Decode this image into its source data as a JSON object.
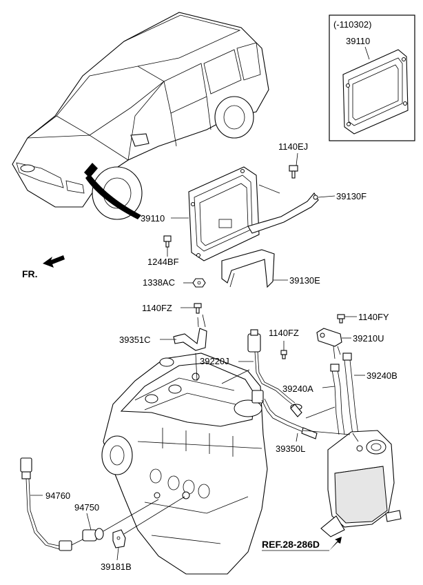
{
  "inset": {
    "label": "(-110302)",
    "part": "39110"
  },
  "labels": {
    "p1140EJ": "1140EJ",
    "p39130F": "39130F",
    "p39110": "39110",
    "p1244BF": "1244BF",
    "p1338AC": "1338AC",
    "p39130E": "39130E",
    "fr": "FR.",
    "p1140FZ_top": "1140FZ",
    "p39351C": "39351C",
    "p1140FZ_mid": "1140FZ",
    "p39220J": "39220J",
    "p1140FY": "1140FY",
    "p39210U": "39210U",
    "p39240A": "39240A",
    "p39240B": "39240B",
    "p39350L": "39350L",
    "p94760": "94760",
    "p94750": "94750",
    "p39181B": "39181B",
    "ref": "REF.28-286D"
  }
}
